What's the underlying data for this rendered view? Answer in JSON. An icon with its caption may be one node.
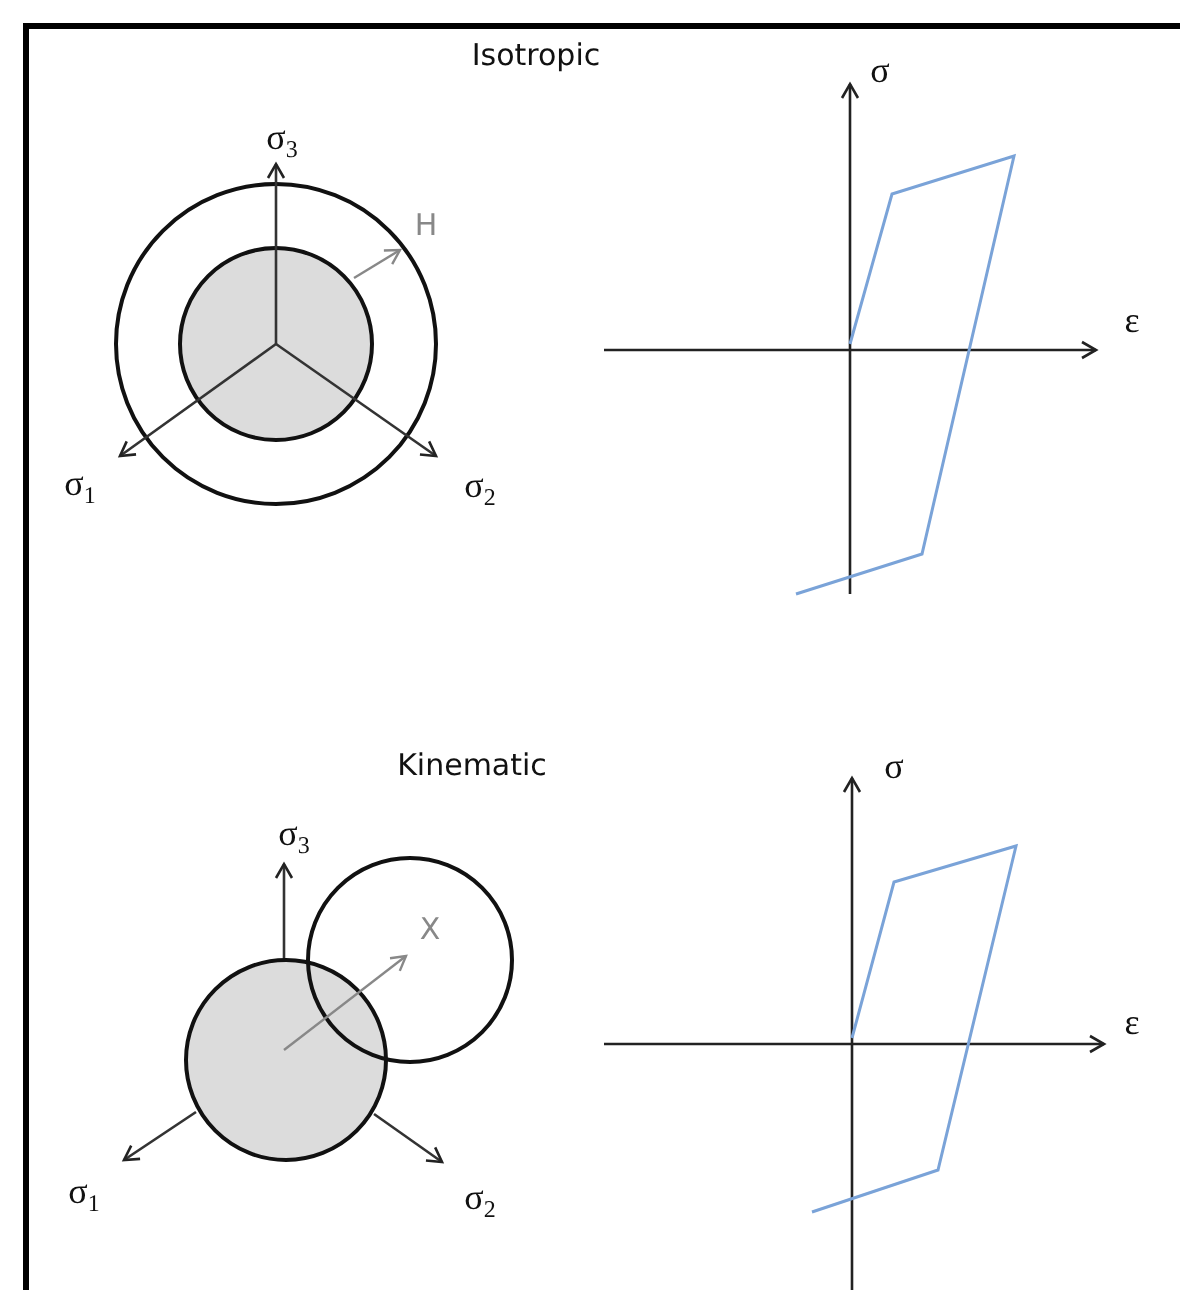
{
  "diagram": {
    "labels": [
      "Isotropic",
      "σ$_{3}$",
      "H",
      "σ",
      "ε",
      "σ$_{1}$",
      "σ$_{2}$",
      "Kinematic",
      "σ$_{3}$",
      "X",
      "σ",
      "ε",
      "σ$_{1}$",
      "σ$_{2}$"
    ]
  }
}
